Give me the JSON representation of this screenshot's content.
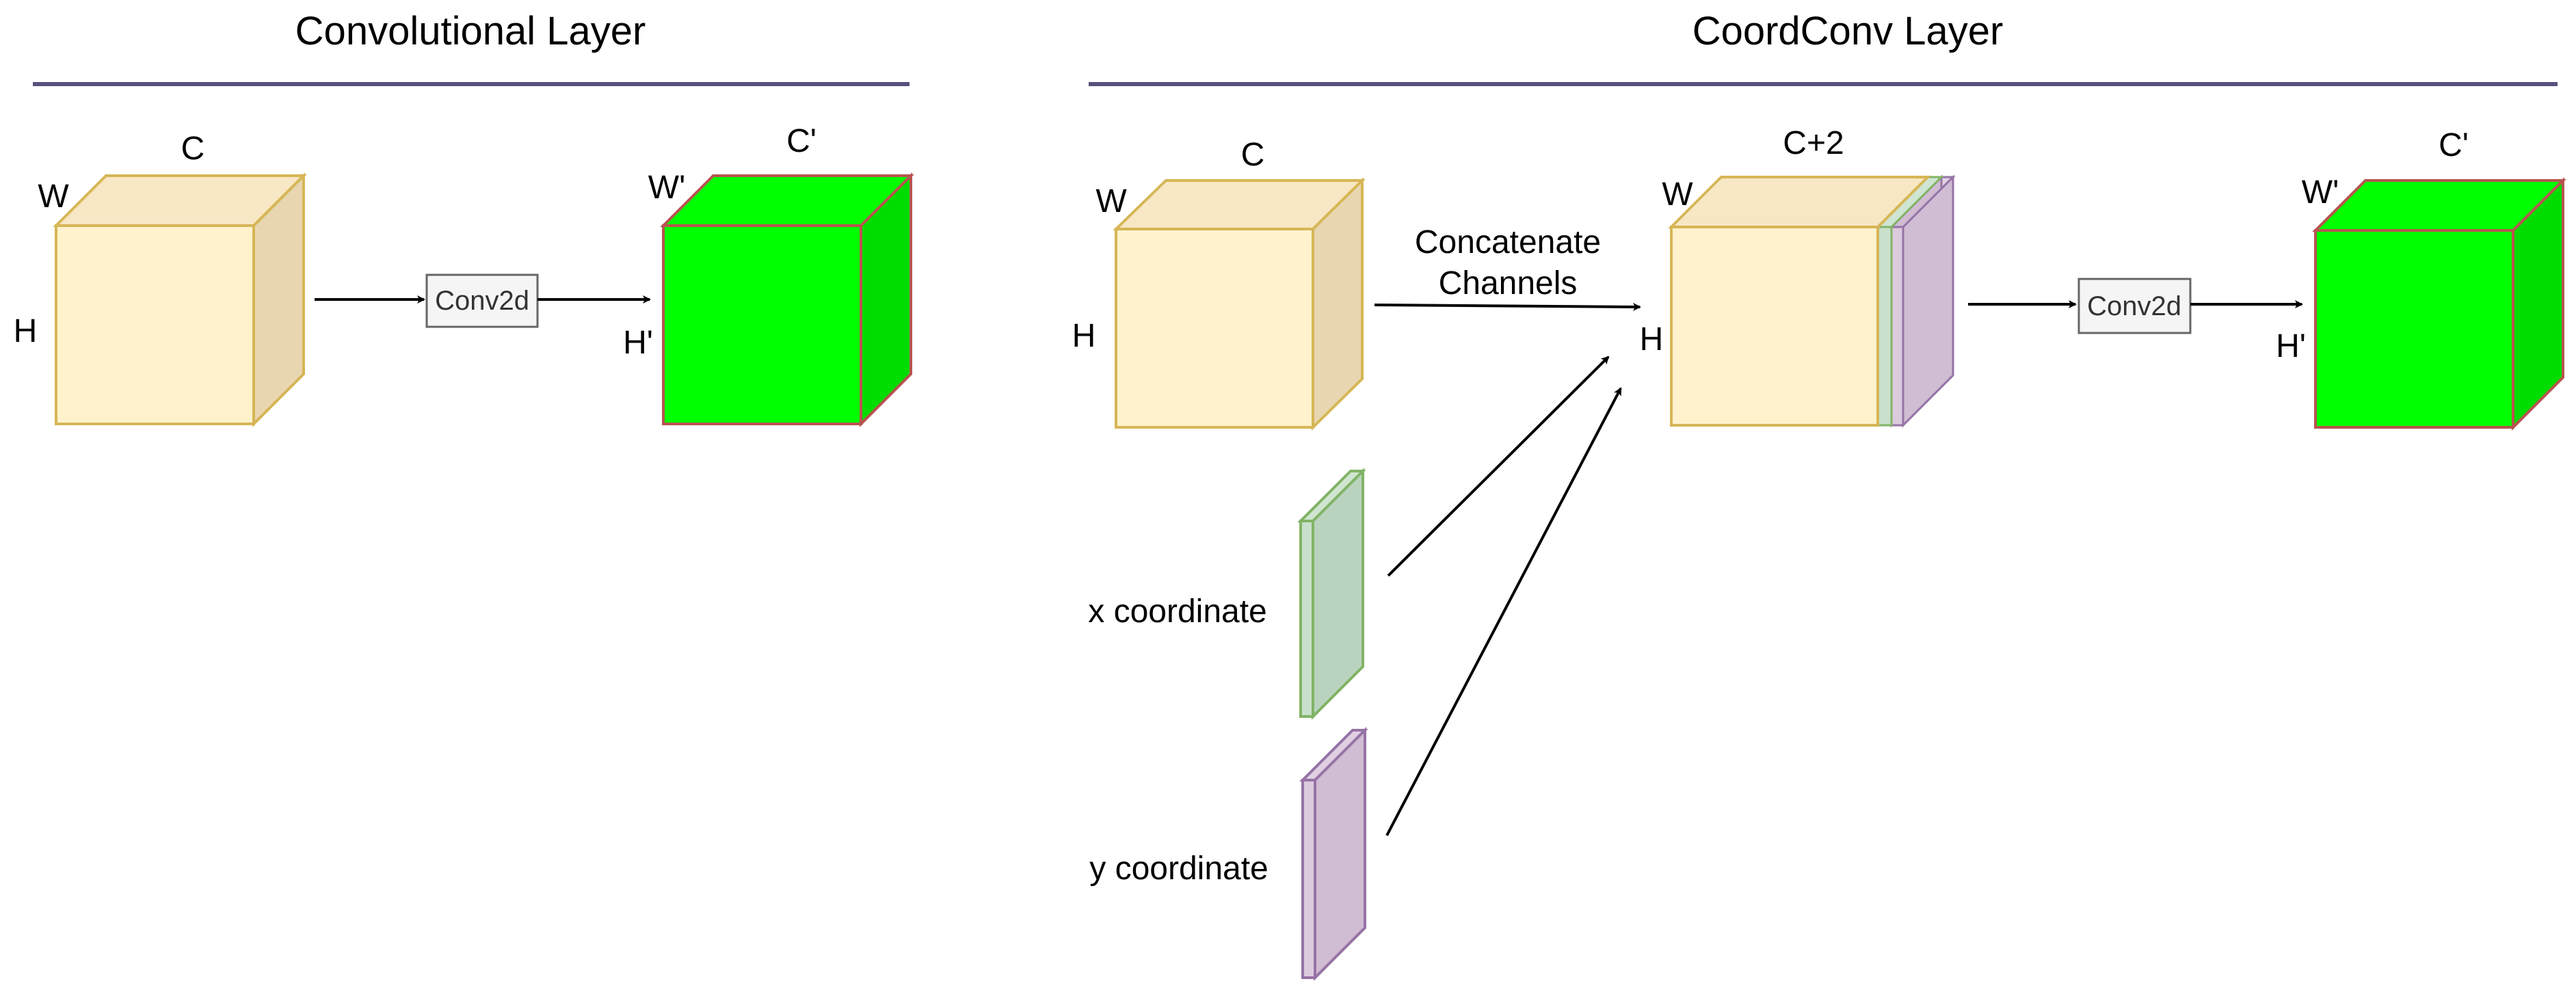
{
  "left_panel": {
    "title": "Convolutional Layer",
    "input": {
      "c": "C",
      "w": "W",
      "h": "H"
    },
    "op": "Conv2d",
    "output": {
      "c": "C'",
      "w": "W'",
      "h": "H'"
    }
  },
  "right_panel": {
    "title": "CoordConv Layer",
    "input": {
      "c": "C",
      "w": "W",
      "h": "H"
    },
    "concat_line1": "Concatenate",
    "concat_line2": "Channels",
    "x_coord": "x coordinate",
    "y_coord": "y coordinate",
    "mid": {
      "c": "C+2",
      "w": "W",
      "h": "H"
    },
    "op": "Conv2d",
    "output": {
      "c": "C'",
      "w": "W'",
      "h": "H'"
    }
  },
  "colors": {
    "divider": "#56517e",
    "input_front": "#fff2cc",
    "input_side": "#e8d6b0",
    "input_stroke": "#d6b656",
    "output_fill": "#00ff00",
    "output_side": "#00dd00",
    "output_stroke": "#b85450",
    "x_fill": "#b8d4be",
    "x_stroke": "#82b366",
    "y_fill": "#d0bcd3",
    "y_stroke": "#9673a6",
    "box_fill": "#f5f5f5",
    "box_stroke": "#666666"
  }
}
